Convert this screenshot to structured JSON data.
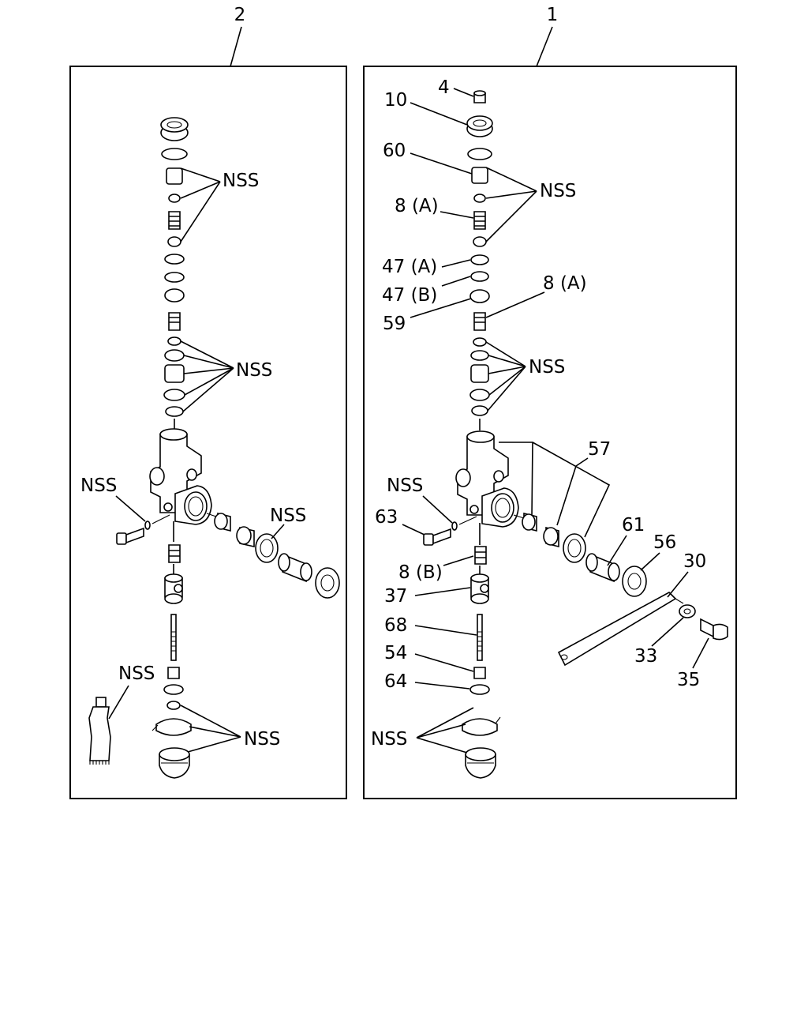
{
  "assemblies": [
    {
      "id": "2",
      "label": "2"
    },
    {
      "id": "1",
      "label": "1"
    }
  ],
  "callouts_left": {
    "nss_top": "NSS",
    "nss_mid": "NSS",
    "nss_side": "NSS",
    "nss_right": "NSS",
    "nss_tube": "NSS",
    "nss_bottom": "NSS"
  },
  "callouts_right": {
    "p4": "4",
    "p10": "10",
    "p60": "60",
    "p8a_top": "8 (A)",
    "nss_top": "NSS",
    "p47a": "47 (A)",
    "p47b": "47 (B)",
    "p59": "59",
    "p8a_mid": "8 (A)",
    "nss_mid": "NSS",
    "p57": "57",
    "nss_side": "NSS",
    "p63": "63",
    "p61": "61",
    "p56": "56",
    "p30": "30",
    "p8b": "8 (B)",
    "p37": "37",
    "p68": "68",
    "p54": "54",
    "p64": "64",
    "p33": "33",
    "p35": "35",
    "nss_bottom": "NSS"
  }
}
